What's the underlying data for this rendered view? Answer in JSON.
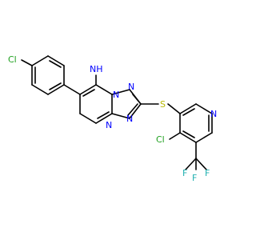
{
  "colors": {
    "bond": "#000000",
    "Cl": "#1fa01f",
    "N": "#0000ff",
    "S": "#b8b800",
    "F": "#20b0b0"
  },
  "atoms": {
    "cl1": "Cl",
    "nh": "NH",
    "n_bridge": "N",
    "n_top": "N",
    "n_mid": "N",
    "n_pyr": "N",
    "s": "S",
    "n_py": "N",
    "cl2": "Cl",
    "f1": "F",
    "f2": "F",
    "f3": "F"
  }
}
